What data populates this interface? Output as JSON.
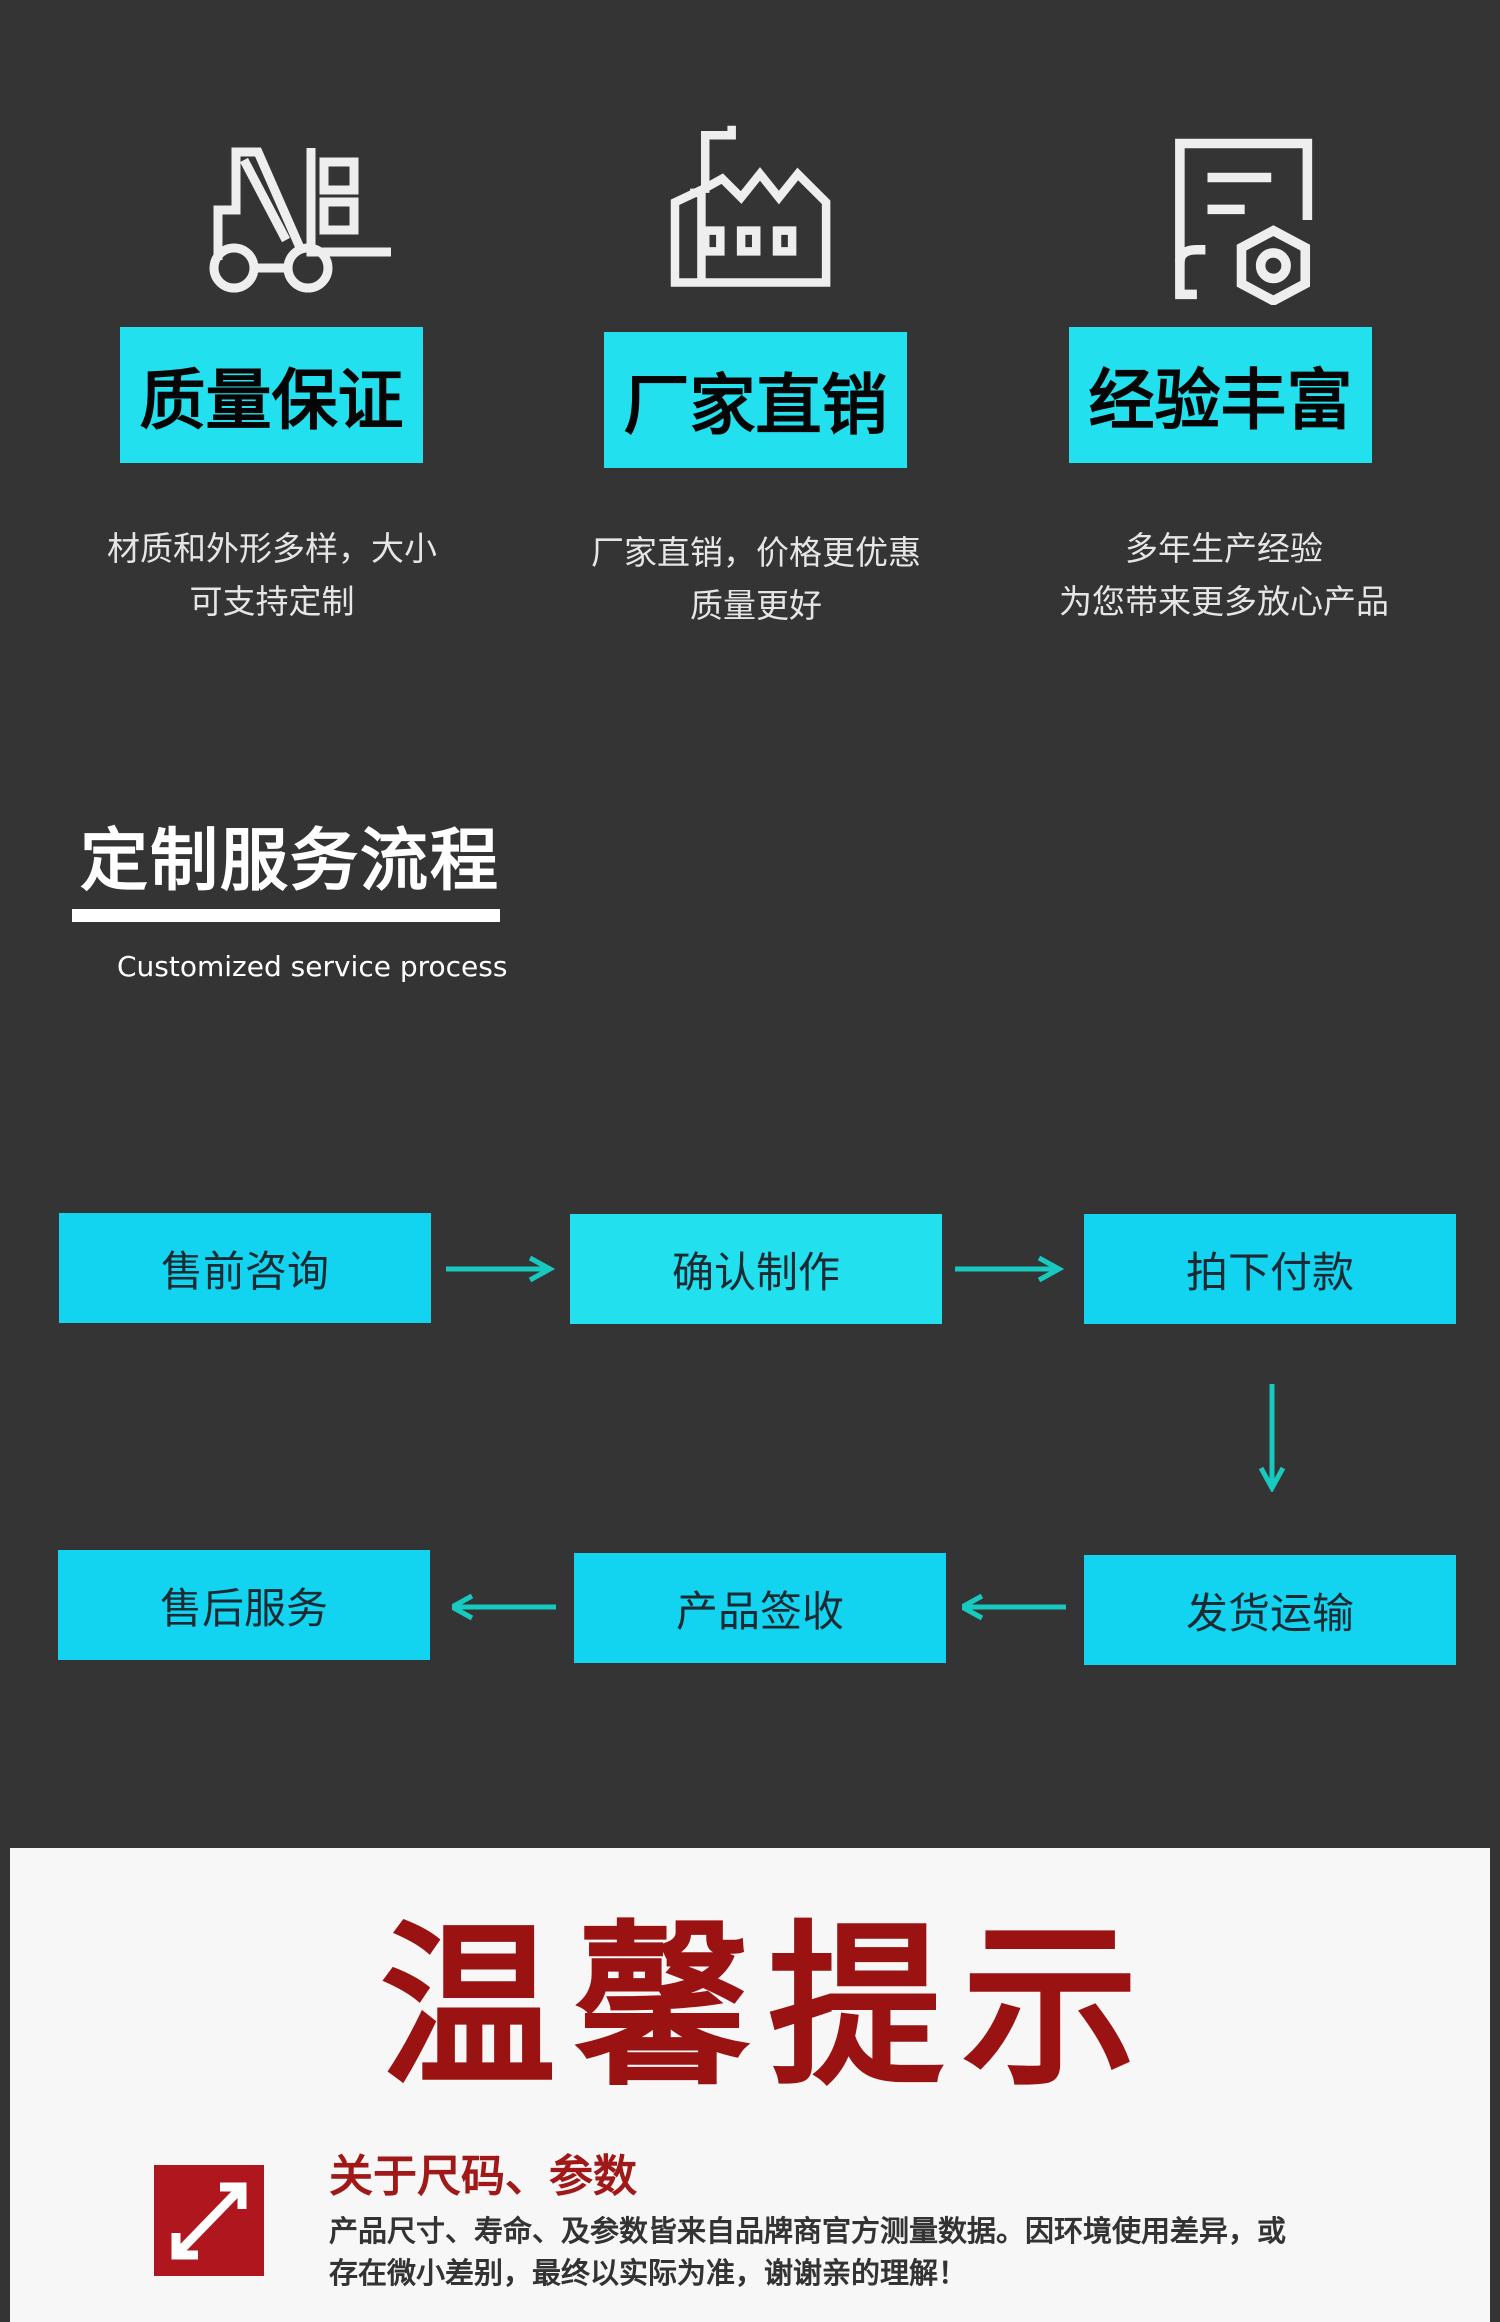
{
  "features": [
    {
      "icon": "forklift-icon",
      "title": "质量保证",
      "desc_lines": [
        "材质和外形多样，大小",
        "可支持定制"
      ]
    },
    {
      "icon": "factory-icon",
      "title": "厂家直销",
      "desc_lines": [
        "厂家直销，价格更优惠",
        "质量更好"
      ]
    },
    {
      "icon": "document-gear-icon",
      "title": "经验丰富",
      "desc_lines": [
        "多年生产经验",
        "为您带来更多放心产品"
      ]
    }
  ],
  "process": {
    "title": "定制服务流程",
    "subtitle": "Customized service process",
    "steps": [
      "售前咨询",
      "确认制作",
      "拍下付款",
      "发货运输",
      "产品签收",
      "售后服务"
    ],
    "arrow_color": "#18c9c0"
  },
  "tips": {
    "title": "温馨提示",
    "heading": "关于尺码、参数",
    "icon": "resize-arrow-icon",
    "lines": [
      "产品尺寸、寿命、及参数皆来自品牌商官方测量数据。因环境使用差异，或",
      "存在微小差别，最终以实际为准，谢谢亲的理解！"
    ],
    "accent": "#9b1212"
  }
}
